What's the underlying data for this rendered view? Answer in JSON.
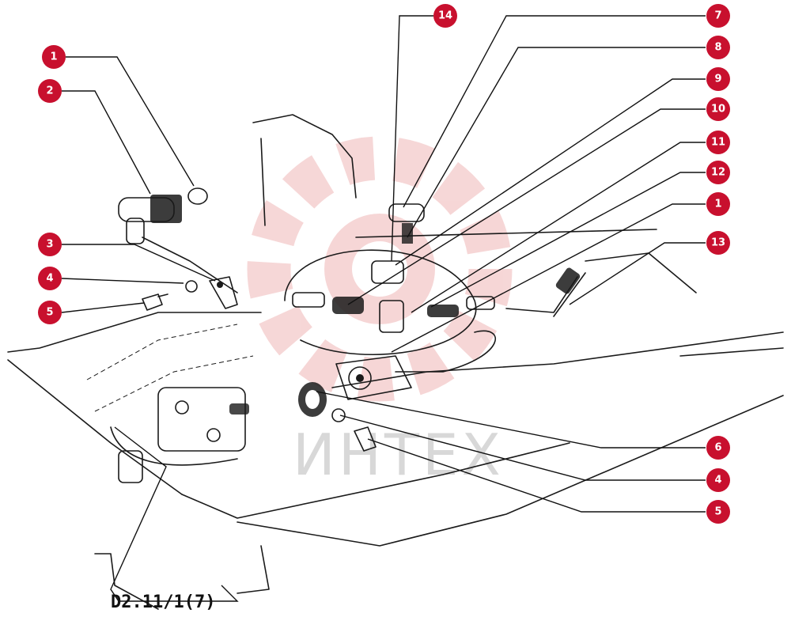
{
  "watermark_text": "ИНТЕХ",
  "reference_label": "D2.11/1(7)",
  "colors": {
    "callout": "#c8102e",
    "watermark": "#f4b6b6"
  },
  "callouts": [
    "1",
    "2",
    "3",
    "4",
    "5",
    "14",
    "7",
    "8",
    "9",
    "10",
    "11",
    "12",
    "1",
    "13",
    "6",
    "4",
    "5"
  ]
}
